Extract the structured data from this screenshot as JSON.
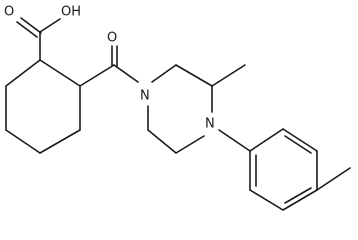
{
  "molecule": {
    "atom_labels": {
      "carboxyl_oh": "OH",
      "carboxyl_o": "O",
      "carbonyl_o": "O",
      "amide_n": "N",
      "aryl_n": "N"
    },
    "colors": {
      "ink": "#1a1a1a",
      "background": "#ffffff"
    }
  }
}
